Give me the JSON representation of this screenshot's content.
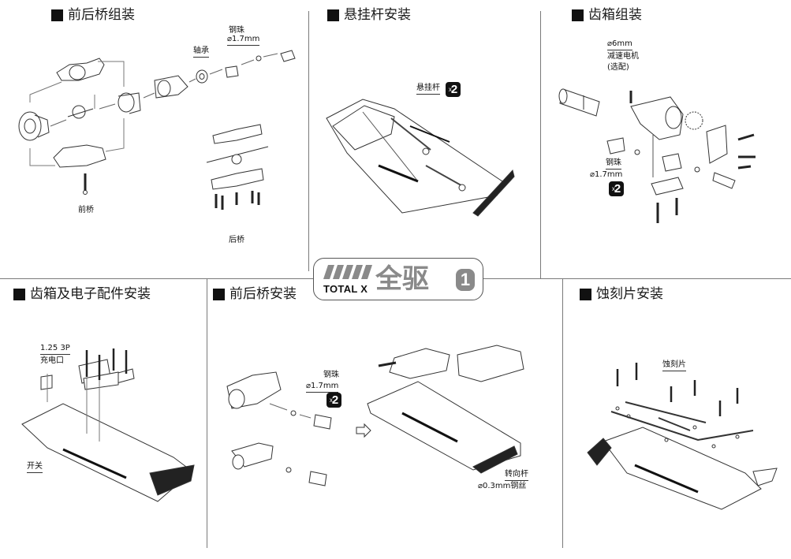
{
  "brand": {
    "logo_text": "TOTAL X",
    "logo_cn": "全驱",
    "volume_number": "1"
  },
  "sections": {
    "axle_assembly": {
      "title": "前后桥组装",
      "labels": {
        "steel_ball": "钢珠",
        "steel_ball_size": "⌀1.7mm",
        "bearing": "轴承",
        "front_axle": "前桥",
        "rear_axle": "后桥"
      }
    },
    "suspension_arm_install": {
      "title": "悬挂杆安装",
      "labels": {
        "suspension_arm": "悬挂杆",
        "quantity": "2"
      }
    },
    "gearbox_assembly": {
      "title": "齿箱组装",
      "labels": {
        "motor_size": "⌀6mm",
        "motor": "减速电机",
        "motor_note": "(选配)",
        "steel_ball": "钢珠",
        "steel_ball_size": "⌀1.7mm",
        "quantity": "2"
      }
    },
    "gearbox_electronics_install": {
      "title": "齿箱及电子配件安装",
      "labels": {
        "connector_spec": "1.25 3P",
        "charge_port": "充电口",
        "switch": "开关"
      }
    },
    "axle_install": {
      "title": "前后桥安装",
      "labels": {
        "steel_ball": "钢珠",
        "steel_ball_size": "⌀1.7mm",
        "quantity": "2",
        "steering_rod": "转向杆",
        "steering_rod_spec": "⌀0.3mm钢丝"
      }
    },
    "etched_plate_install": {
      "title": "蚀刻片安装",
      "labels": {
        "etched_plate": "蚀刻片"
      }
    }
  }
}
